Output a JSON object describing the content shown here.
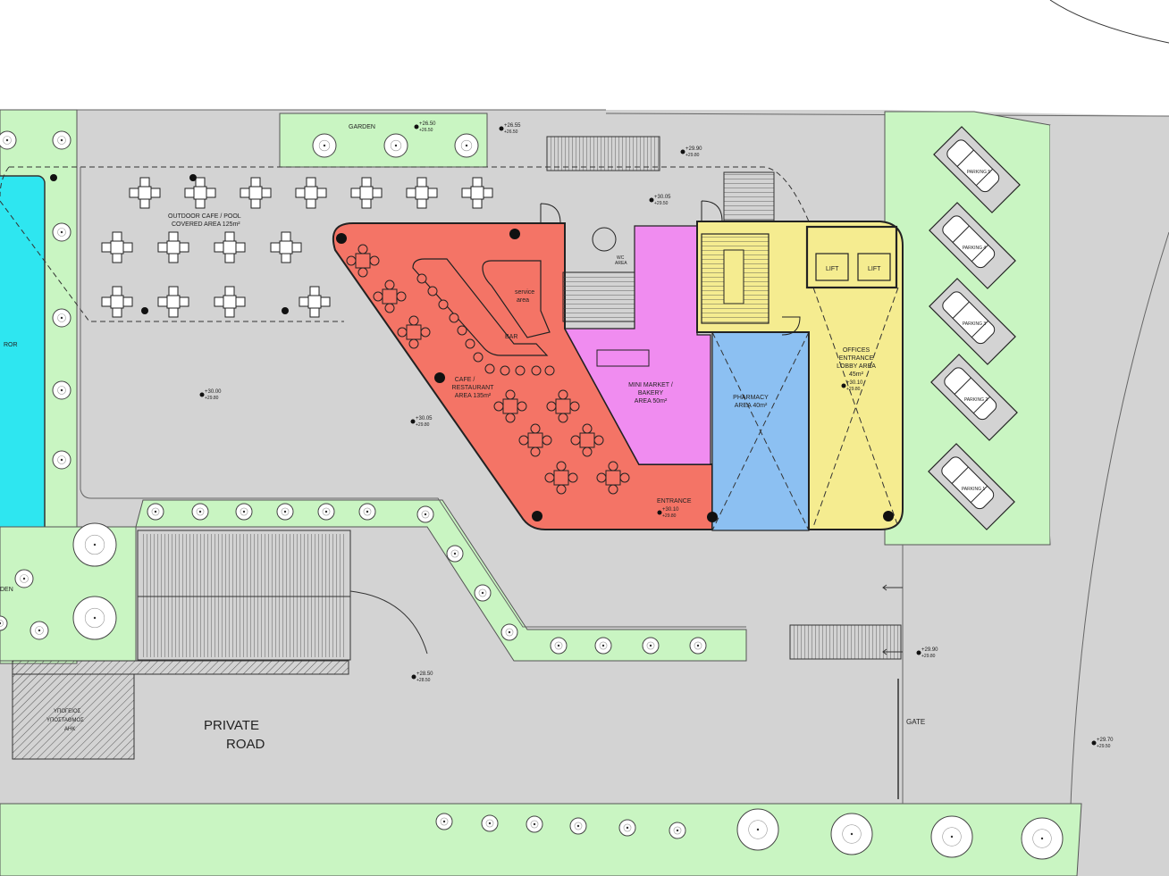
{
  "labels": {
    "garden": "GARDEN",
    "outdoor_line1": "OUTDOOR CAFE / POOL",
    "outdoor_line2": "COVERED AREA 125m²",
    "cafe_line1": "CAFE /",
    "cafe_line2": "RESTAURANT",
    "cafe_line3": "AREA 135m²",
    "bar": "BAR",
    "service_line1": "service",
    "service_line2": "area",
    "wc_line1": "WC",
    "wc_line2": "AREA",
    "minimarket_line1": "MINI MARKET /",
    "minimarket_line2": "BAKERY",
    "minimarket_line3": "AREA 50m²",
    "pharmacy_line1": "PHARMACY",
    "pharmacy_line2": "AREA 40m²",
    "offices_line1": "OFFICES",
    "offices_line2": "ENTRANCE",
    "offices_line3": "LOBBY AREA",
    "offices_line4": "45m²",
    "lift": "LIFT",
    "entrance": "ENTRANCE",
    "parking_1": "PARKING 1",
    "parking_2": "PARKING 2",
    "parking_3": "PARKING 3",
    "parking_4": "PARKING 4",
    "parking_5": "PARKING 5",
    "private_road_line1": "PRIVATE",
    "private_road_line2": "ROAD",
    "gate": "GATE",
    "substation_line1": "ΥΠΟΣΤΑΘΜΟΣ",
    "substation_line2": "ΑΗΚ",
    "substation_prefix": "ΥΠΟΓΕΙΟΣ",
    "pool_partial": "ROR",
    "garden_partial": "DEN"
  },
  "levels": [
    {
      "top": "+26.50",
      "bottom": "+26.50"
    },
    {
      "top": "+26.55",
      "bottom": "+26.50"
    },
    {
      "top": "+29.90",
      "bottom": "+29.80"
    },
    {
      "top": "+30.05",
      "bottom": "+29.50"
    },
    {
      "top": "+30.00",
      "bottom": "+29.80"
    },
    {
      "top": "+30.05",
      "bottom": "+29.80"
    },
    {
      "top": "+30.10",
      "bottom": "+29.80"
    },
    {
      "top": "+30.10",
      "bottom": "+29.80"
    },
    {
      "top": "+28.50",
      "bottom": "+28.50"
    },
    {
      "top": "+29.90",
      "bottom": "+29.80"
    },
    {
      "top": "+29.70",
      "bottom": "+29.50"
    }
  ],
  "colors": {
    "ground": "#d3d3d3",
    "greenery": "#c9f5c2",
    "pool": "#2ee6f0",
    "cafe_restaurant": "#f47466",
    "mini_market": "#f08cf0",
    "pharmacy": "#8cc0f2",
    "offices_core": "#f5ec90",
    "outline": "#222222"
  }
}
